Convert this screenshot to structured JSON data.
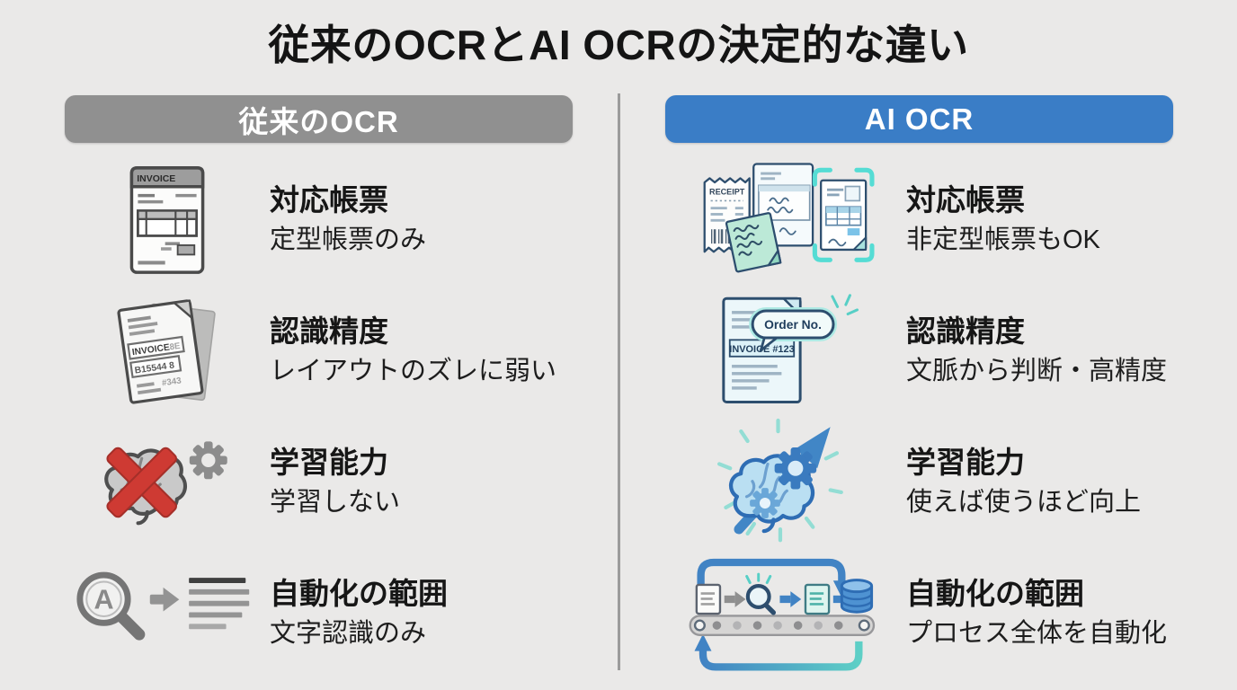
{
  "title": "従来のOCRとAI OCRの決定的な違い",
  "colors": {
    "background": "#eae9e8",
    "title_text": "#141414",
    "legacy_header_bg": "#909090",
    "ai_header_bg": "#3a7dc6",
    "header_text": "#ffffff",
    "divider": "#9b9b9b",
    "error_red": "#ce3a33",
    "ai_blue": "#4186c6",
    "ai_navy": "#2d4e6e",
    "ai_teal": "#57cfc6",
    "ai_mint": "#bce9d7",
    "legacy_gray": "#8f8f8f"
  },
  "left": {
    "header": "従来のOCR",
    "rows": [
      {
        "icon": "invoice-document-icon",
        "title": "対応帳票",
        "desc": "定型帳票のみ",
        "icon_text": {
          "header": "INVOICE"
        }
      },
      {
        "icon": "misaligned-invoice-icon",
        "title": "認識精度",
        "desc": "レイアウトのズレに弱い",
        "icon_text": {
          "header": "INVOICE",
          "garbled_suffix": "8E",
          "garbled_number": "B15544 8",
          "garbled_footer": "#343"
        }
      },
      {
        "icon": "no-learning-brain-icon",
        "title": "学習能力",
        "desc": "学習しない"
      },
      {
        "icon": "magnifier-text-icon",
        "title": "自動化の範囲",
        "desc": "文字認識のみ",
        "icon_text": {
          "lens_letter": "A"
        }
      }
    ]
  },
  "right": {
    "header": "AI OCR",
    "rows": [
      {
        "icon": "various-documents-icon",
        "title": "対応帳票",
        "desc": "非定型帳票もOK",
        "icon_text": {
          "receipt": "RECEIPT"
        }
      },
      {
        "icon": "context-detection-icon",
        "title": "認識精度",
        "desc": "文脈から判断・高精度",
        "icon_text": {
          "bubble": "Order No.",
          "invoice_no": "INVOICE #123"
        }
      },
      {
        "icon": "learning-brain-icon",
        "title": "学習能力",
        "desc": "使えば使うほど向上"
      },
      {
        "icon": "pipeline-automation-icon",
        "title": "自動化の範囲",
        "desc": "プロセス全体を自動化"
      }
    ]
  }
}
